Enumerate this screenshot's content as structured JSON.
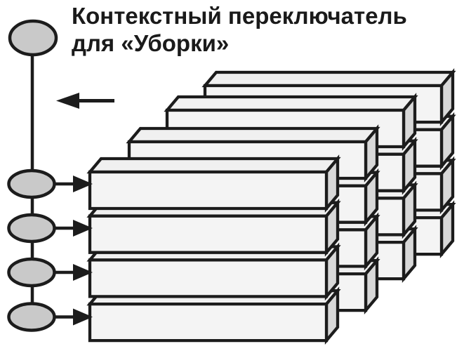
{
  "title": {
    "line1": "Контекстный переключатель",
    "line2": "для «Уборки»"
  },
  "colors": {
    "background": "#ffffff",
    "outline": "#1c1c1c",
    "text": "#1a1a1a",
    "bar_front": "#f4f4f4",
    "bar_top": "#f0f0f0",
    "bar_side": "#d8d8d8",
    "node_fill": "#c9c9c9"
  },
  "diagram": {
    "node_count": 5,
    "plane_count": 4,
    "bars_per_plane": 4,
    "dispatch_arrow_count": 4,
    "context_switch_arrow_direction": "left",
    "dispatch_arrow_direction": "right"
  }
}
